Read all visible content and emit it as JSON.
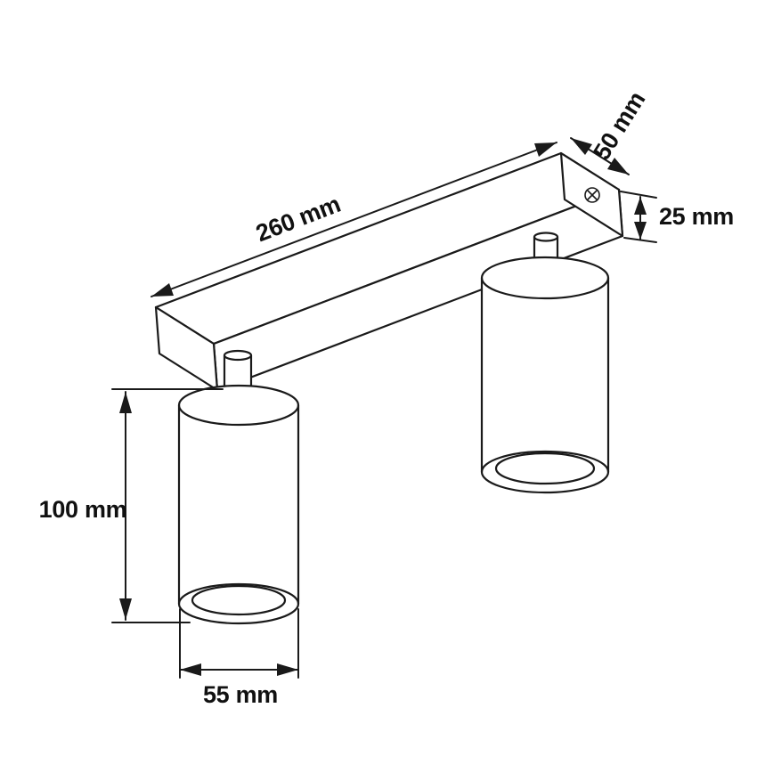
{
  "diagram": {
    "type": "technical-dimension-drawing",
    "subject": "twin-spotlight-ceiling-fixture",
    "line_color": "#1a1a1a",
    "text_color": "#111111",
    "background_color": "#ffffff",
    "dimensions": {
      "bar_length": {
        "label": "260 mm",
        "value": 260,
        "unit": "mm"
      },
      "bar_depth": {
        "label": "50 mm",
        "value": 50,
        "unit": "mm"
      },
      "bar_height": {
        "label": "25 mm",
        "value": 25,
        "unit": "mm"
      },
      "spot_height": {
        "label": "100 mm",
        "value": 100,
        "unit": "mm"
      },
      "spot_diameter": {
        "label": "55 mm",
        "value": 55,
        "unit": "mm"
      }
    },
    "icons": {
      "screw": "phillips-screw-icon"
    }
  }
}
